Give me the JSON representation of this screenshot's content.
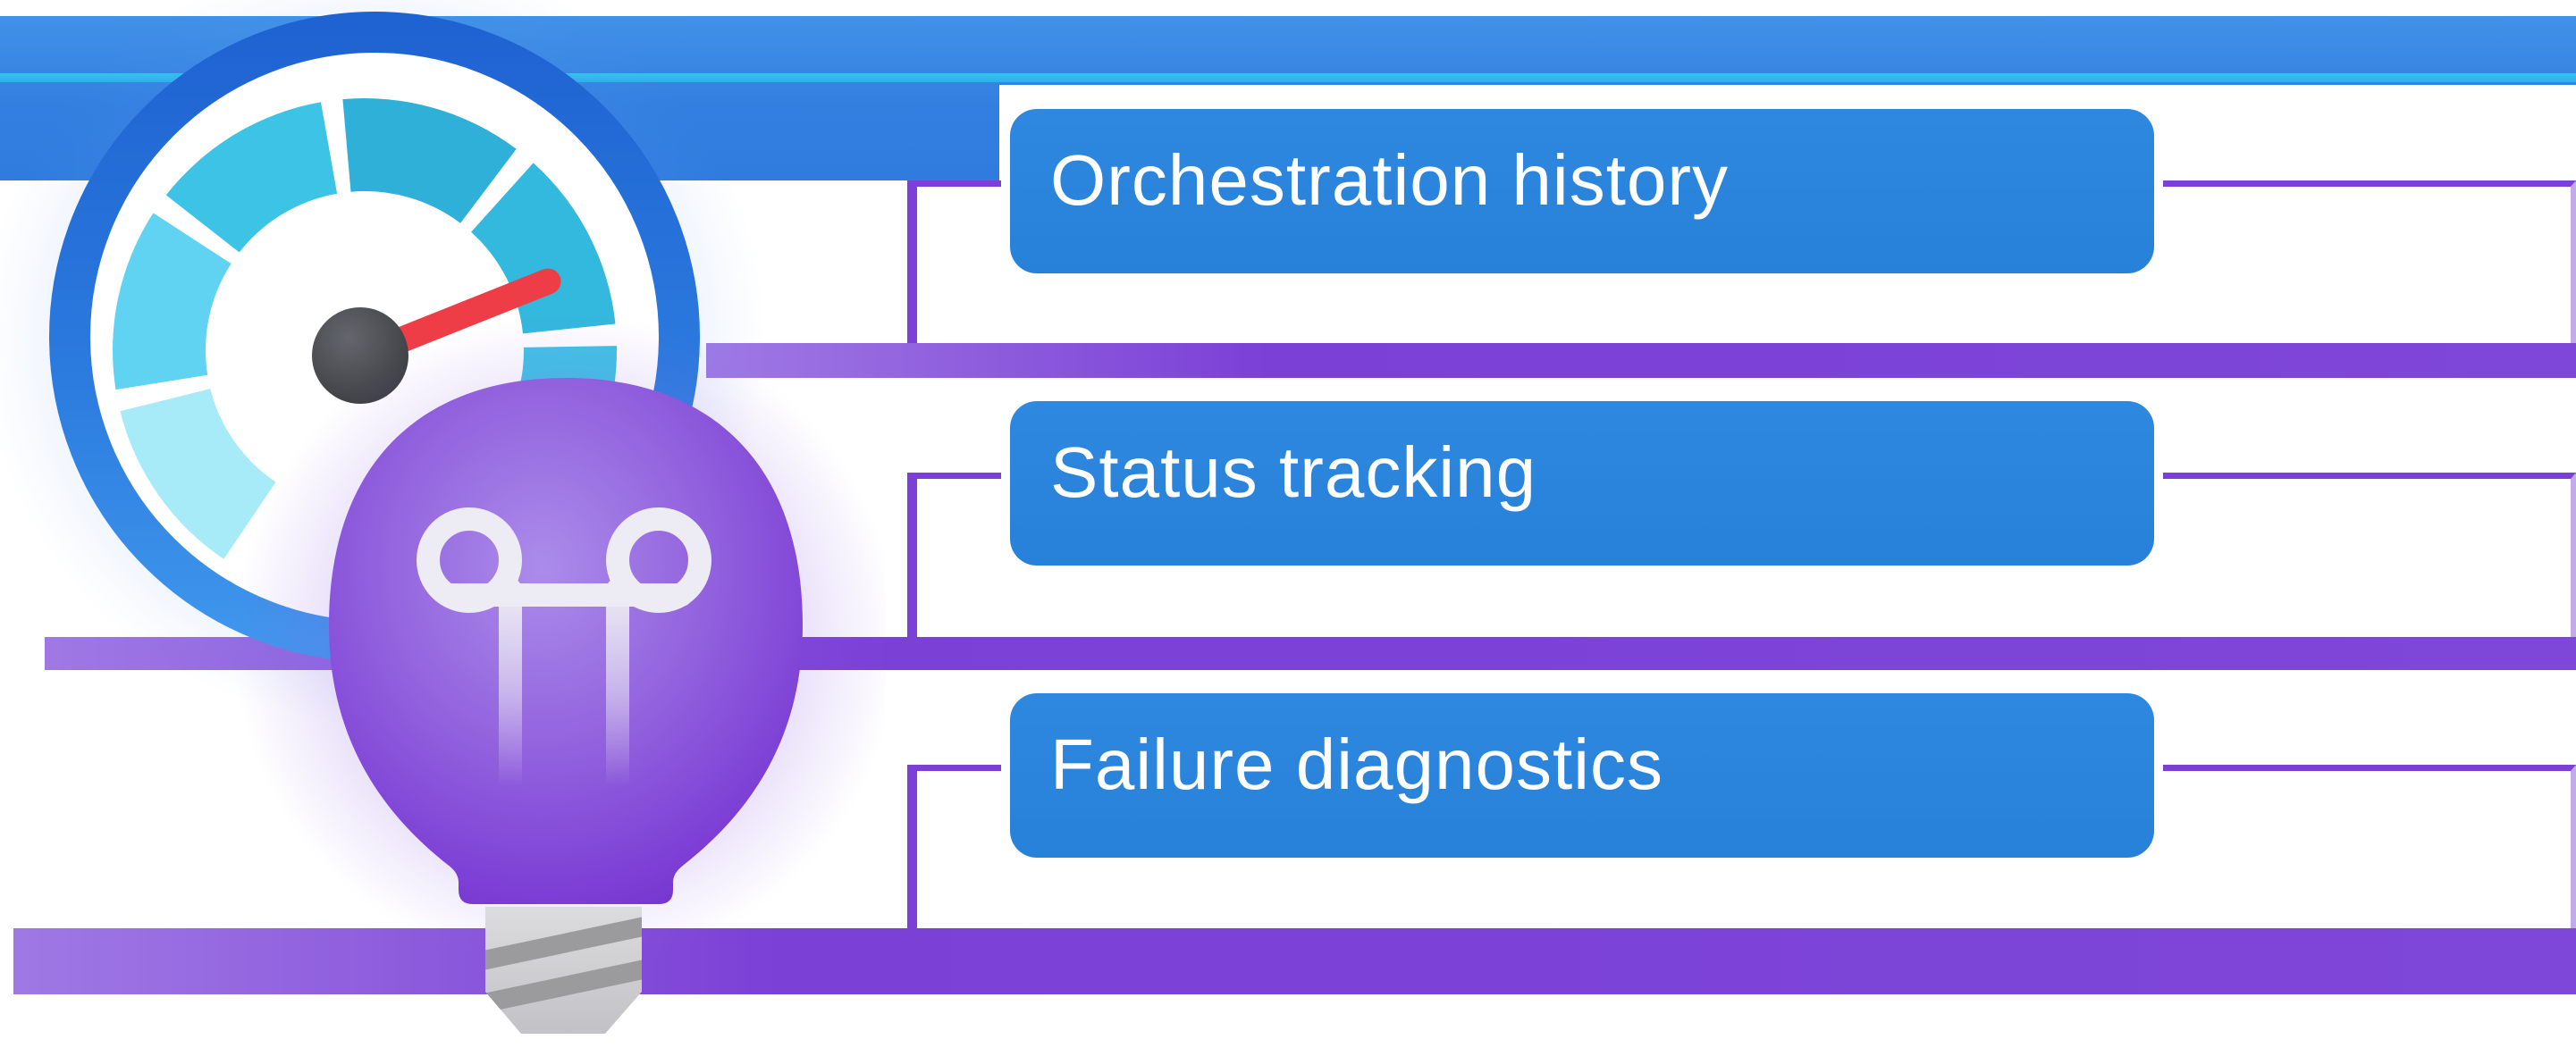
{
  "figure": {
    "type": "feature-list-diagram",
    "items": [
      {
        "label": "Orchestration history"
      },
      {
        "label": "Status tracking"
      },
      {
        "label": "Failure diagnostics"
      }
    ],
    "icons": {
      "speedometer": {
        "name": "speedometer-icon",
        "rim_color_top": "#1f63d2",
        "rim_color_bottom": "#3f97ec",
        "needle_color": "#ee3d47",
        "hub_color_light": "#63666c",
        "hub_color_dark": "#333539",
        "segments": [
          {
            "from": -146,
            "to": -104,
            "color": "#a7eaf8"
          },
          {
            "from": -99,
            "to": -57,
            "color": "#5fd3f1"
          },
          {
            "from": -52,
            "to": -10,
            "color": "#3dc3e6"
          },
          {
            "from": -5,
            "to": 37,
            "color": "#2fb0d8"
          },
          {
            "from": 42,
            "to": 84,
            "color": "#33b8de"
          },
          {
            "from": 89,
            "to": 126,
            "color": "#40c2e5"
          }
        ]
      },
      "lightbulb": {
        "name": "lightbulb-icon",
        "bulb_color_center": "#ab8cea",
        "bulb_color_edge": "#6c2fc8",
        "filament_color": "#edecf4",
        "base_color": "#d6d6d8",
        "base_ridge_color": "#9b9b9e"
      }
    },
    "colors": {
      "background": "#ffffff",
      "button_blue": "#2b84dc",
      "button_outline": "#ffffff",
      "button_text": "#ffffff",
      "band_purple": "#7b40d6",
      "bar_border_purple": "#7c3fd8",
      "top_band_blue": "#3a8be4",
      "top_band_cyan_line": "#2fc6f2"
    }
  }
}
